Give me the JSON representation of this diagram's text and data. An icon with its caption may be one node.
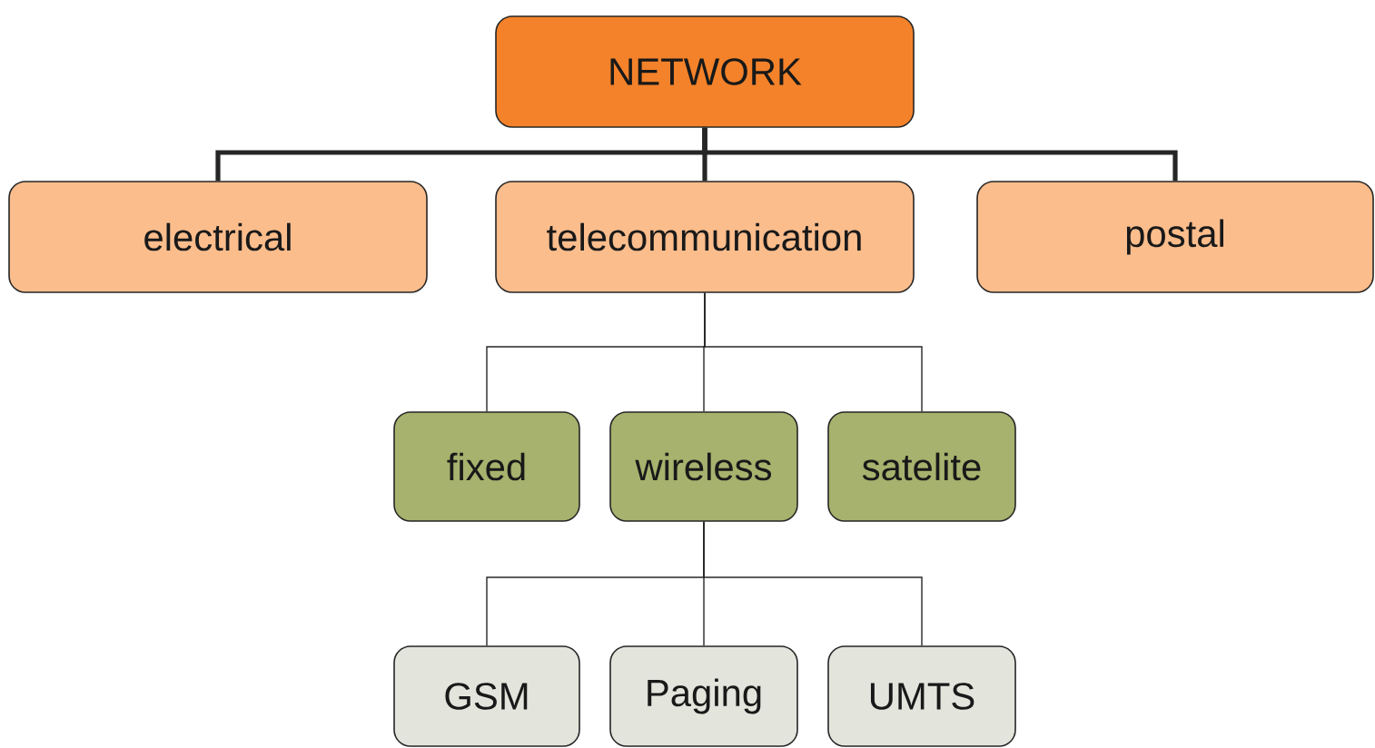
{
  "diagram": {
    "nodes": [
      {
        "text": [
          "NETWORK"
        ]
      },
      {
        "text": [
          "electrical"
        ]
      },
      {
        "text": [
          "telecommunication"
        ]
      },
      {
        "text": [
          "postal"
        ]
      },
      {
        "text": [
          "fixed"
        ]
      },
      {
        "text": [
          "wireless"
        ]
      },
      {
        "text": [
          "satelite"
        ]
      },
      {
        "text": [
          "GSM"
        ]
      },
      {
        "text": [
          "Paging"
        ]
      },
      {
        "text": [
          "UMTS"
        ]
      }
    ],
    "edges": [
      {
        "from": 0,
        "to": 1,
        "arrow": "none",
        "style": "thick"
      },
      {
        "from": 0,
        "to": 2,
        "arrow": "none",
        "style": "thick"
      },
      {
        "from": 0,
        "to": 3,
        "arrow": "none",
        "style": "thick"
      },
      {
        "from": 2,
        "to": 4,
        "arrow": "none"
      },
      {
        "from": 2,
        "to": 5,
        "arrow": "none"
      },
      {
        "from": 2,
        "to": 6,
        "arrow": "none"
      },
      {
        "from": 5,
        "to": 7,
        "arrow": "none"
      },
      {
        "from": 5,
        "to": 8,
        "arrow": "none"
      },
      {
        "from": 5,
        "to": 9,
        "arrow": "none"
      }
    ]
  }
}
